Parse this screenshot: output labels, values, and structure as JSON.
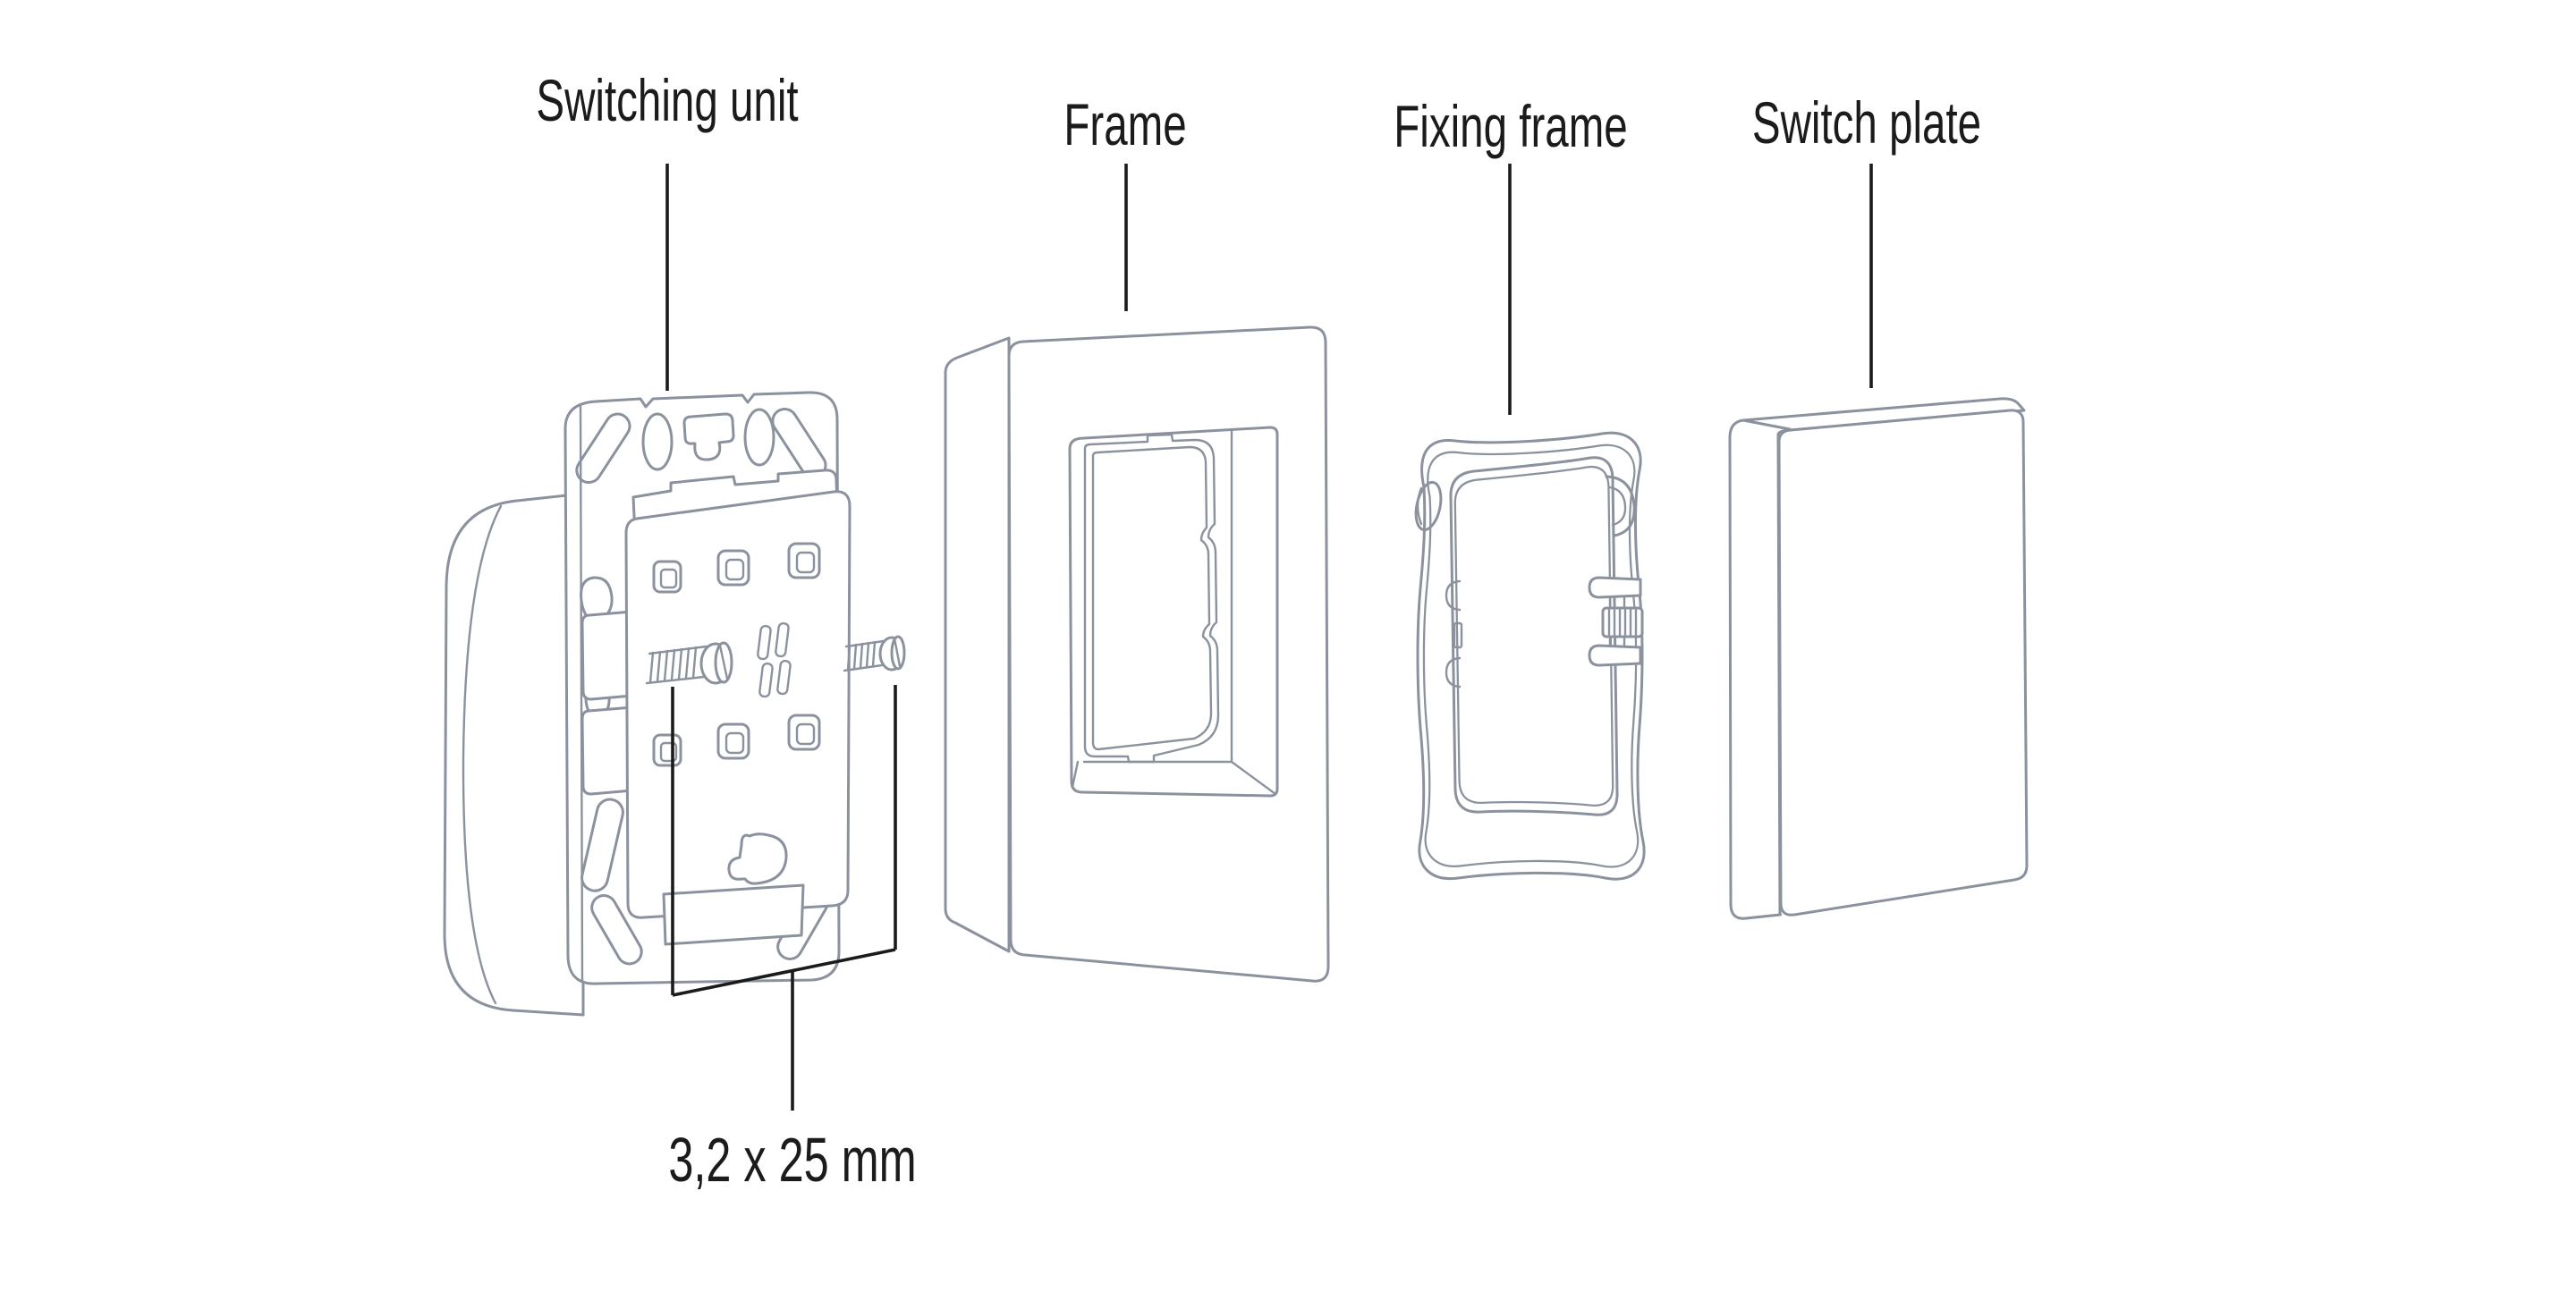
{
  "page": {
    "background_color": "#ffffff",
    "line_art_color": "#8b929e",
    "annotation_color": "#1b1b1b",
    "description": "Exploded-view installation diagram of a wall light switch assembly"
  },
  "diagram": {
    "type": "exploded-assembly-illustration",
    "parts": [
      {
        "label": "Switching unit"
      },
      {
        "label": "Frame"
      },
      {
        "label": "Fixing frame"
      },
      {
        "label": "Switch plate"
      }
    ],
    "screw_dimension_label": "3,2 x 25 mm"
  }
}
